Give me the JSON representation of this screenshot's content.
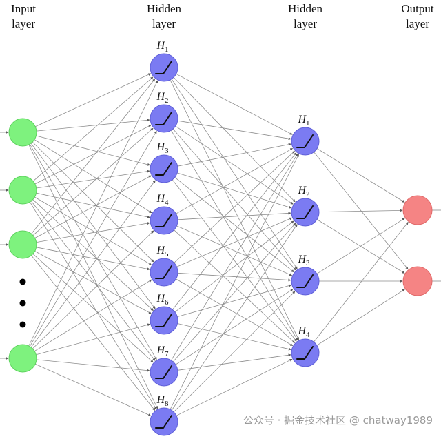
{
  "headers": {
    "input": [
      "Input",
      "layer"
    ],
    "hidden1": [
      "Hidden",
      "layer"
    ],
    "hidden2": [
      "Hidden",
      "layer"
    ],
    "output": [
      "Output",
      "layer"
    ]
  },
  "hidden1_labels": [
    "1",
    "2",
    "3",
    "4",
    "5",
    "6",
    "7",
    "8"
  ],
  "hidden2_labels": [
    "1",
    "2",
    "3",
    "4"
  ],
  "node_symbol": "H",
  "watermark": "公众号 · 掘金技术社区 @ chatway1989",
  "colors": {
    "input": "#7ef27e",
    "input_stroke": "#5fd35f",
    "hidden": "#7b7bf2",
    "hidden_stroke": "#6060d8",
    "output": "#f58484",
    "output_stroke": "#e06a6a",
    "edge": "#8c8c8c",
    "relu": "#111111"
  }
}
